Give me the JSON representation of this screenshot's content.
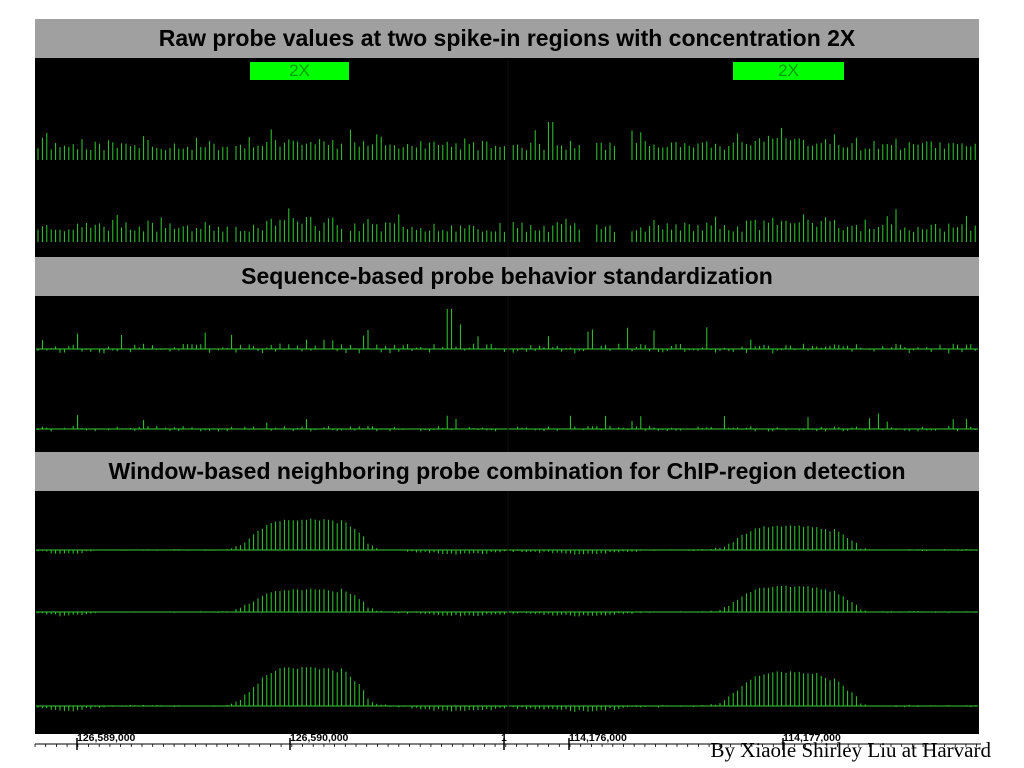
{
  "sections": [
    {
      "title": "Raw probe values at two spike-in regions with concentration 2X"
    },
    {
      "title": "Sequence-based probe behavior standardization"
    },
    {
      "title": "Window-based neighboring probe combination for ChIP-region detection"
    }
  ],
  "spike_labels": [
    "2X",
    "2X"
  ],
  "credit": "By Xiaole Shirley Liu at Harvard",
  "colors": {
    "background": "#000000",
    "band": "#a0a0a0",
    "probe": "#33cc33",
    "spike_label_bg": "#00ff00",
    "spike_label_text": "#00a000",
    "axis": "#000000"
  },
  "chart_data": {
    "type": "bar",
    "x_axis": {
      "left_region": {
        "ticks": [
          126589000,
          126590000
        ],
        "tick_labels": [
          "126,589,000",
          "126,590,000"
        ]
      },
      "right_region": {
        "ticks": [
          114176000,
          114177000
        ],
        "tick_labels": [
          "114,176,000",
          "114,177,000"
        ]
      },
      "break_label": "1"
    },
    "spike_in_regions": [
      {
        "region": "left",
        "label": "2X"
      },
      {
        "region": "right",
        "label": "2X"
      }
    ],
    "tracks": [
      {
        "group": "raw",
        "seed": 11,
        "kind": "raw"
      },
      {
        "group": "raw",
        "seed": 23,
        "kind": "raw"
      },
      {
        "group": "standardized",
        "seed": 37,
        "kind": "standardized"
      },
      {
        "group": "standardized",
        "seed": 41,
        "kind": "standardized"
      },
      {
        "group": "window",
        "kind": "window",
        "peak_heights": [
          0.95,
          0.75
        ],
        "dips": true
      },
      {
        "group": "window",
        "kind": "window",
        "peak_heights": [
          0.75,
          0.85
        ],
        "dips": true
      },
      {
        "group": "window",
        "kind": "window",
        "peak_heights": [
          0.95,
          0.85
        ],
        "dips": true
      }
    ]
  }
}
